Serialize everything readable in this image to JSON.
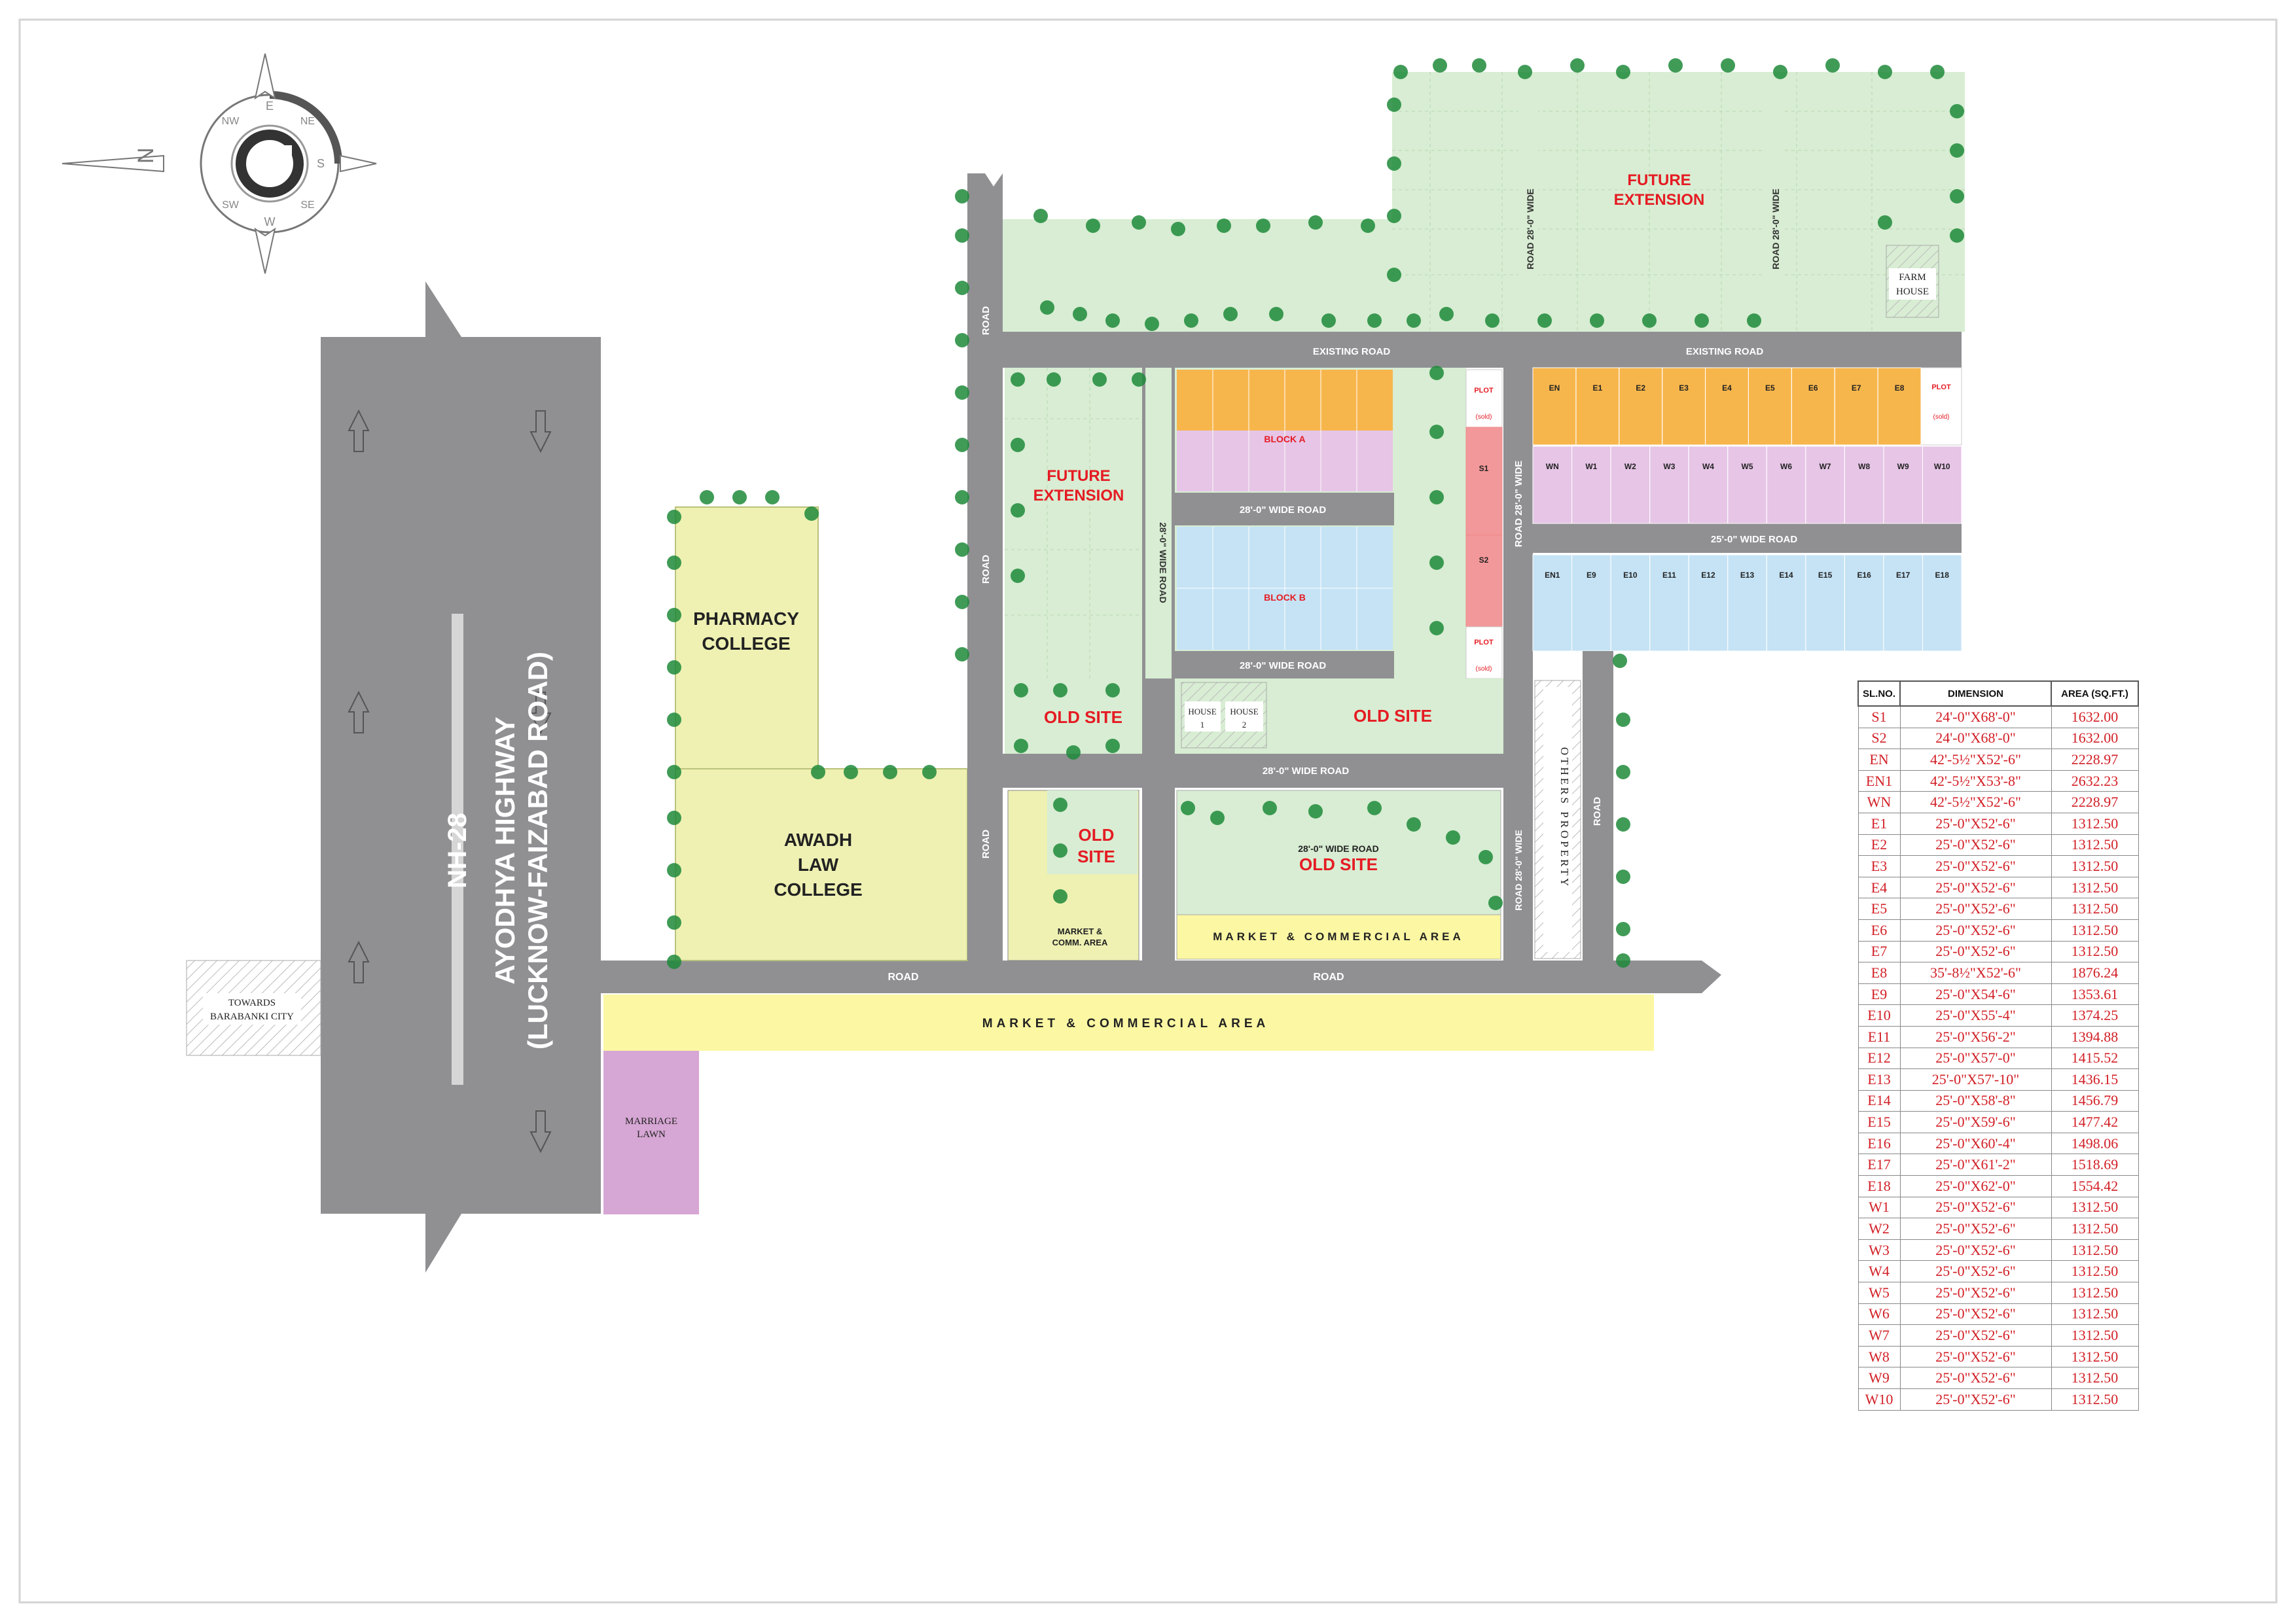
{
  "compass": {
    "letters": [
      "N",
      "E",
      "S",
      "W",
      "NE",
      "SE",
      "SW",
      "NW"
    ]
  },
  "highway": {
    "name": "NH-28",
    "line1": "AYODHYA HIGHWAY",
    "line2": "(LUCKNOW-FAIZABAD ROAD)"
  },
  "labels": {
    "towards": "TOWARDS",
    "barabanki": "BARABANKI CITY",
    "pharmacy1": "PHARMACY",
    "pharmacy2": "COLLEGE",
    "awadh1": "AWADH",
    "awadh2": "LAW",
    "awadh3": "COLLEGE",
    "marriage1": "MARRIAGE",
    "marriage2": "LAWN",
    "market_long": "MARKET & COMMERCIAL AREA",
    "market_mid": "MARKET & COMMERCIAL AREA",
    "market_small1": "MARKET &",
    "market_small2": "COMM. AREA",
    "old_site": "OLD SITE",
    "old": "OLD",
    "site": "SITE",
    "future": "FUTURE",
    "extension": "EXTENSION",
    "farm": "FARM",
    "house": "HOUSE",
    "house1a": "HOUSE",
    "house1b": "1",
    "house2a": "HOUSE",
    "house2b": "2",
    "road": "ROAD",
    "existing_road": "EXISTING ROAD",
    "wide28": "28'-0\" WIDE ROAD",
    "wide25": "25'-0\" WIDE ROAD",
    "road28wide": "ROAD 28'-0\" WIDE",
    "others_property": "OTHERS PROPERTY",
    "block_a": "BLOCK A",
    "block_b": "BLOCK B"
  },
  "plots": {
    "e_top": [
      "EN",
      "E1",
      "E2",
      "E3",
      "E4",
      "E5",
      "E6",
      "E7",
      "E8"
    ],
    "w_row": [
      "WN",
      "W1",
      "W2",
      "W3",
      "W4",
      "W5",
      "W6",
      "W7",
      "W8",
      "W9",
      "W10"
    ],
    "e_bottom": [
      "EN1",
      "E9",
      "E10",
      "E11",
      "E12",
      "E13",
      "E14",
      "E15",
      "E16",
      "E17",
      "E18"
    ],
    "s_plots": [
      "S1",
      "S2"
    ],
    "plot_sold": "PLOT",
    "sold": "(sold)"
  },
  "schedule": {
    "headers": [
      "SL.NO.",
      "DIMENSION",
      "AREA (SQ.FT.)"
    ],
    "rows": [
      [
        "S1",
        "24'-0\"X68'-0\"",
        "1632.00"
      ],
      [
        "S2",
        "24'-0\"X68'-0\"",
        "1632.00"
      ],
      [
        "EN",
        "42'-5½\"X52'-6\"",
        "2228.97"
      ],
      [
        "EN1",
        "42'-5½\"X53'-8\"",
        "2632.23"
      ],
      [
        "WN",
        "42'-5½\"X52'-6\"",
        "2228.97"
      ],
      [
        "E1",
        "25'-0\"X52'-6\"",
        "1312.50"
      ],
      [
        "E2",
        "25'-0\"X52'-6\"",
        "1312.50"
      ],
      [
        "E3",
        "25'-0\"X52'-6\"",
        "1312.50"
      ],
      [
        "E4",
        "25'-0\"X52'-6\"",
        "1312.50"
      ],
      [
        "E5",
        "25'-0\"X52'-6\"",
        "1312.50"
      ],
      [
        "E6",
        "25'-0\"X52'-6\"",
        "1312.50"
      ],
      [
        "E7",
        "25'-0\"X52'-6\"",
        "1312.50"
      ],
      [
        "E8",
        "35'-8½\"X52'-6\"",
        "1876.24"
      ],
      [
        "E9",
        "25'-0\"X54'-6\"",
        "1353.61"
      ],
      [
        "E10",
        "25'-0\"X55'-4\"",
        "1374.25"
      ],
      [
        "E11",
        "25'-0\"X56'-2\"",
        "1394.88"
      ],
      [
        "E12",
        "25'-0\"X57'-0\"",
        "1415.52"
      ],
      [
        "E13",
        "25'-0\"X57'-10\"",
        "1436.15"
      ],
      [
        "E14",
        "25'-0\"X58'-8\"",
        "1456.79"
      ],
      [
        "E15",
        "25'-0\"X59'-6\"",
        "1477.42"
      ],
      [
        "E16",
        "25'-0\"X60'-4\"",
        "1498.06"
      ],
      [
        "E17",
        "25'-0\"X61'-2\"",
        "1518.69"
      ],
      [
        "E18",
        "25'-0\"X62'-0\"",
        "1554.42"
      ],
      [
        "W1",
        "25'-0\"X52'-6\"",
        "1312.50"
      ],
      [
        "W2",
        "25'-0\"X52'-6\"",
        "1312.50"
      ],
      [
        "W3",
        "25'-0\"X52'-6\"",
        "1312.50"
      ],
      [
        "W4",
        "25'-0\"X52'-6\"",
        "1312.50"
      ],
      [
        "W5",
        "25'-0\"X52'-6\"",
        "1312.50"
      ],
      [
        "W6",
        "25'-0\"X52'-6\"",
        "1312.50"
      ],
      [
        "W7",
        "25'-0\"X52'-6\"",
        "1312.50"
      ],
      [
        "W8",
        "25'-0\"X52'-6\"",
        "1312.50"
      ],
      [
        "W9",
        "25'-0\"X52'-6\"",
        "1312.50"
      ],
      [
        "W10",
        "25'-0\"X52'-6\"",
        "1312.50"
      ]
    ]
  },
  "colors": {
    "road": "#909093",
    "green": "#d8edd3",
    "yellow_green": "#eef1b2",
    "orange": "#f7b64c",
    "purple": "#e6c5e6",
    "blue": "#c5e3f5",
    "red_plot": "#f3989a",
    "market": "#fbf7a3",
    "label_red": "#e51b23",
    "tree": "#1f8a3a"
  }
}
